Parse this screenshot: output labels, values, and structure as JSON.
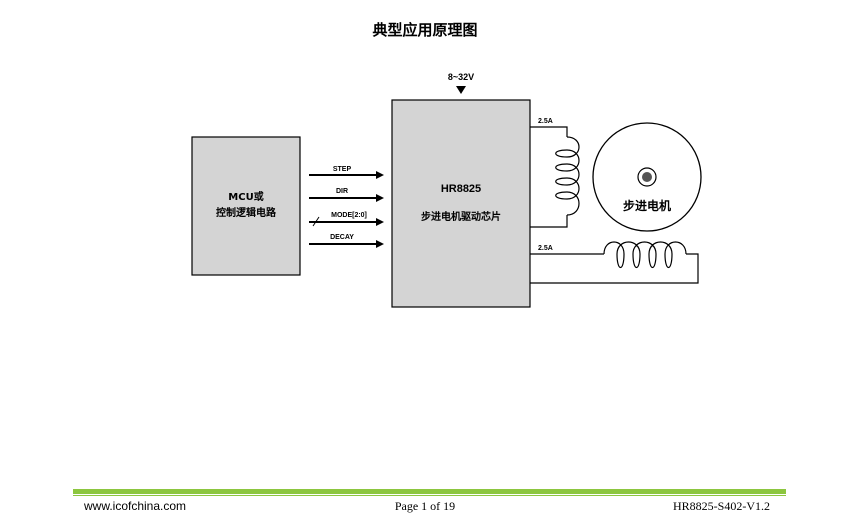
{
  "page_title": "典型应用原理图",
  "diagram": {
    "supply_voltage": "8~32V",
    "mcu_block": {
      "line1": "MCU或",
      "line2": "控制逻辑电路"
    },
    "driver_block": {
      "line1": "HR8825",
      "line2": "步进电机驱动芯片"
    },
    "signals": [
      "STEP",
      "DIR",
      "MODE[2:0]",
      "DECAY"
    ],
    "coil_current_a": "2.5A",
    "coil_current_b": "2.5A",
    "motor_label": "步进电机"
  },
  "footer": {
    "website": "www.icofchina.com",
    "page_number": "Page 1 of 19",
    "doc_id": "HR8825-S402-V1.2"
  },
  "colors": {
    "block_fill": "#d4d4d4",
    "footer_line": "#8cc63f"
  }
}
